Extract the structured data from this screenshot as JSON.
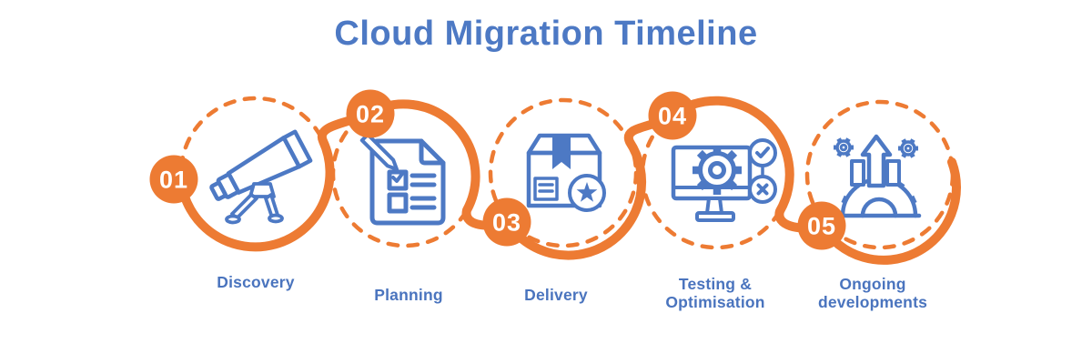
{
  "title": "Cloud Migration Timeline",
  "colors": {
    "accent_orange": "#ED7B33",
    "icon_blue": "#4D79C4",
    "label_blue": "#4A74BE"
  },
  "steps": [
    {
      "number": "01",
      "label": "Discovery",
      "icon": "telescope-icon"
    },
    {
      "number": "02",
      "label": "Planning",
      "icon": "document-pencil-icon"
    },
    {
      "number": "03",
      "label": "Delivery",
      "icon": "package-star-icon"
    },
    {
      "number": "04",
      "label": "Testing &",
      "label2": "Optimisation",
      "icon": "monitor-gear-check-icon"
    },
    {
      "number": "05",
      "label": "Ongoing",
      "label2": "developments",
      "icon": "gears-growth-arrow-icon"
    }
  ]
}
